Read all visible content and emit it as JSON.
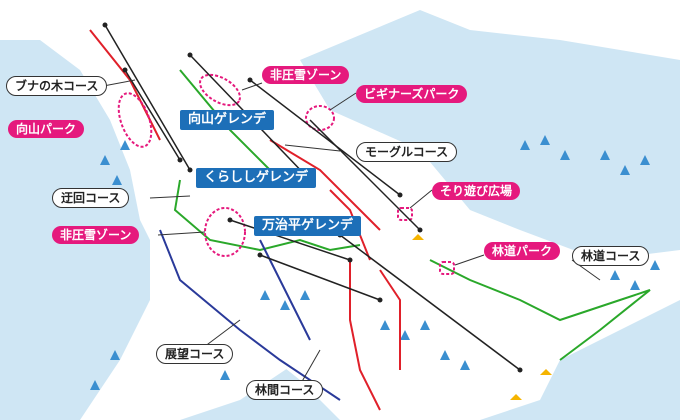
{
  "labels": {
    "buna_course": "ブナの木コース",
    "mukaiyama_park": "向山パーク",
    "mukaiyama_gelande": "向山ゲレンデ",
    "hiatsusetsu_top": "非圧雪ゾーン",
    "beginners_park": "ビギナーズパーク",
    "mogul_course": "モーグルコース",
    "kurashishi_gelande": "くらししゲレンデ",
    "ukai_course": "迂回コース",
    "sori_asobi": "そり遊び広場",
    "hiatsusetsu_left": "非圧雪ゾーン",
    "manjidaira_gelande": "万治平ゲレンデ",
    "rindo_park": "林道パーク",
    "rindo_course": "林道コース",
    "tenbo_course": "展望コース",
    "rinkan_course": "林間コース"
  },
  "colors": {
    "snow": "#ffffff",
    "forest": "#cfe6f4",
    "trees": "#3b8fd0",
    "red_course": "#e0202a",
    "green_course": "#2aa82a",
    "blue_course": "#2a3a9a",
    "pink_zone": "#e5197d",
    "lift": "#222222",
    "lodge": "#f5b400"
  }
}
